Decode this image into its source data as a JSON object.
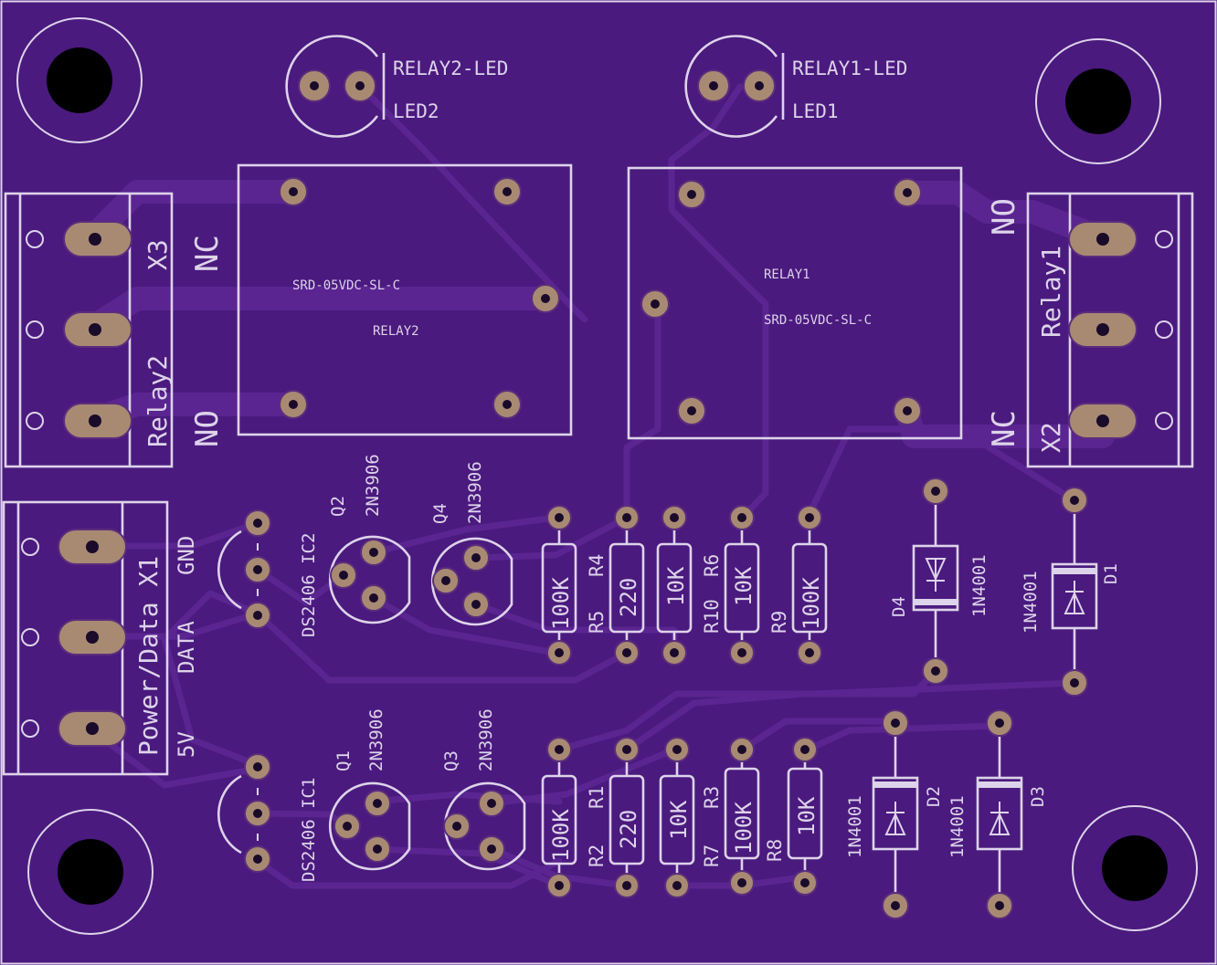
{
  "board": {
    "colors": {
      "board": "#4a1a7e",
      "trace": "#5a2591",
      "silk": "#ddd3ea",
      "pad": "#a88a73",
      "hole": "#000000"
    }
  },
  "labels": {
    "relay2_led": "RELAY2-LED",
    "led2": "LED2",
    "relay1_led": "RELAY1-LED",
    "led1": "LED1",
    "relay1_part": "SRD-05VDC-SL-C",
    "relay1_name": "RELAY1",
    "relay2_part": "SRD-05VDC-SL-C",
    "relay2_name": "RELAY2",
    "nc_left": "NC",
    "no_left": "NO",
    "x3": "X3",
    "relay2_conn": "Relay2",
    "no_right": "NO",
    "nc_right": "NC",
    "relay1_conn": "Relay1",
    "x2": "X2",
    "power_data": "Power/Data X1",
    "gnd": "GND",
    "data": "DATA",
    "v5": "5V",
    "ic2": "DS2406 IC2",
    "ic1": "DS2406 IC1",
    "q2": "Q2",
    "q2_part": "2N3906",
    "q4": "Q4",
    "q4_part": "2N3906",
    "q1": "Q1",
    "q1_part": "2N3906",
    "q3": "Q3",
    "q3_part": "2N3906",
    "r5": "R5",
    "r5_val": "100K",
    "r4": "R4",
    "r4_val": "220",
    "r10": "R10",
    "r10_val": "10K",
    "r6": "R6",
    "r6_val": "10K",
    "r9": "R9",
    "r9_val": "100K",
    "r2": "R2",
    "r2_val": "100K",
    "r1": "R1",
    "r1_val": "220",
    "r7": "R7",
    "r7_val": "10K",
    "r3": "R3",
    "r3_val": "100K",
    "r8": "R8",
    "r8_val": "10K",
    "d4": "D4",
    "d4_part": "1N4001",
    "d1": "D1",
    "d1_part": "1N4001",
    "d2": "D2",
    "d2_part": "1N4001",
    "d3": "D3",
    "d3_part": "1N4001"
  }
}
